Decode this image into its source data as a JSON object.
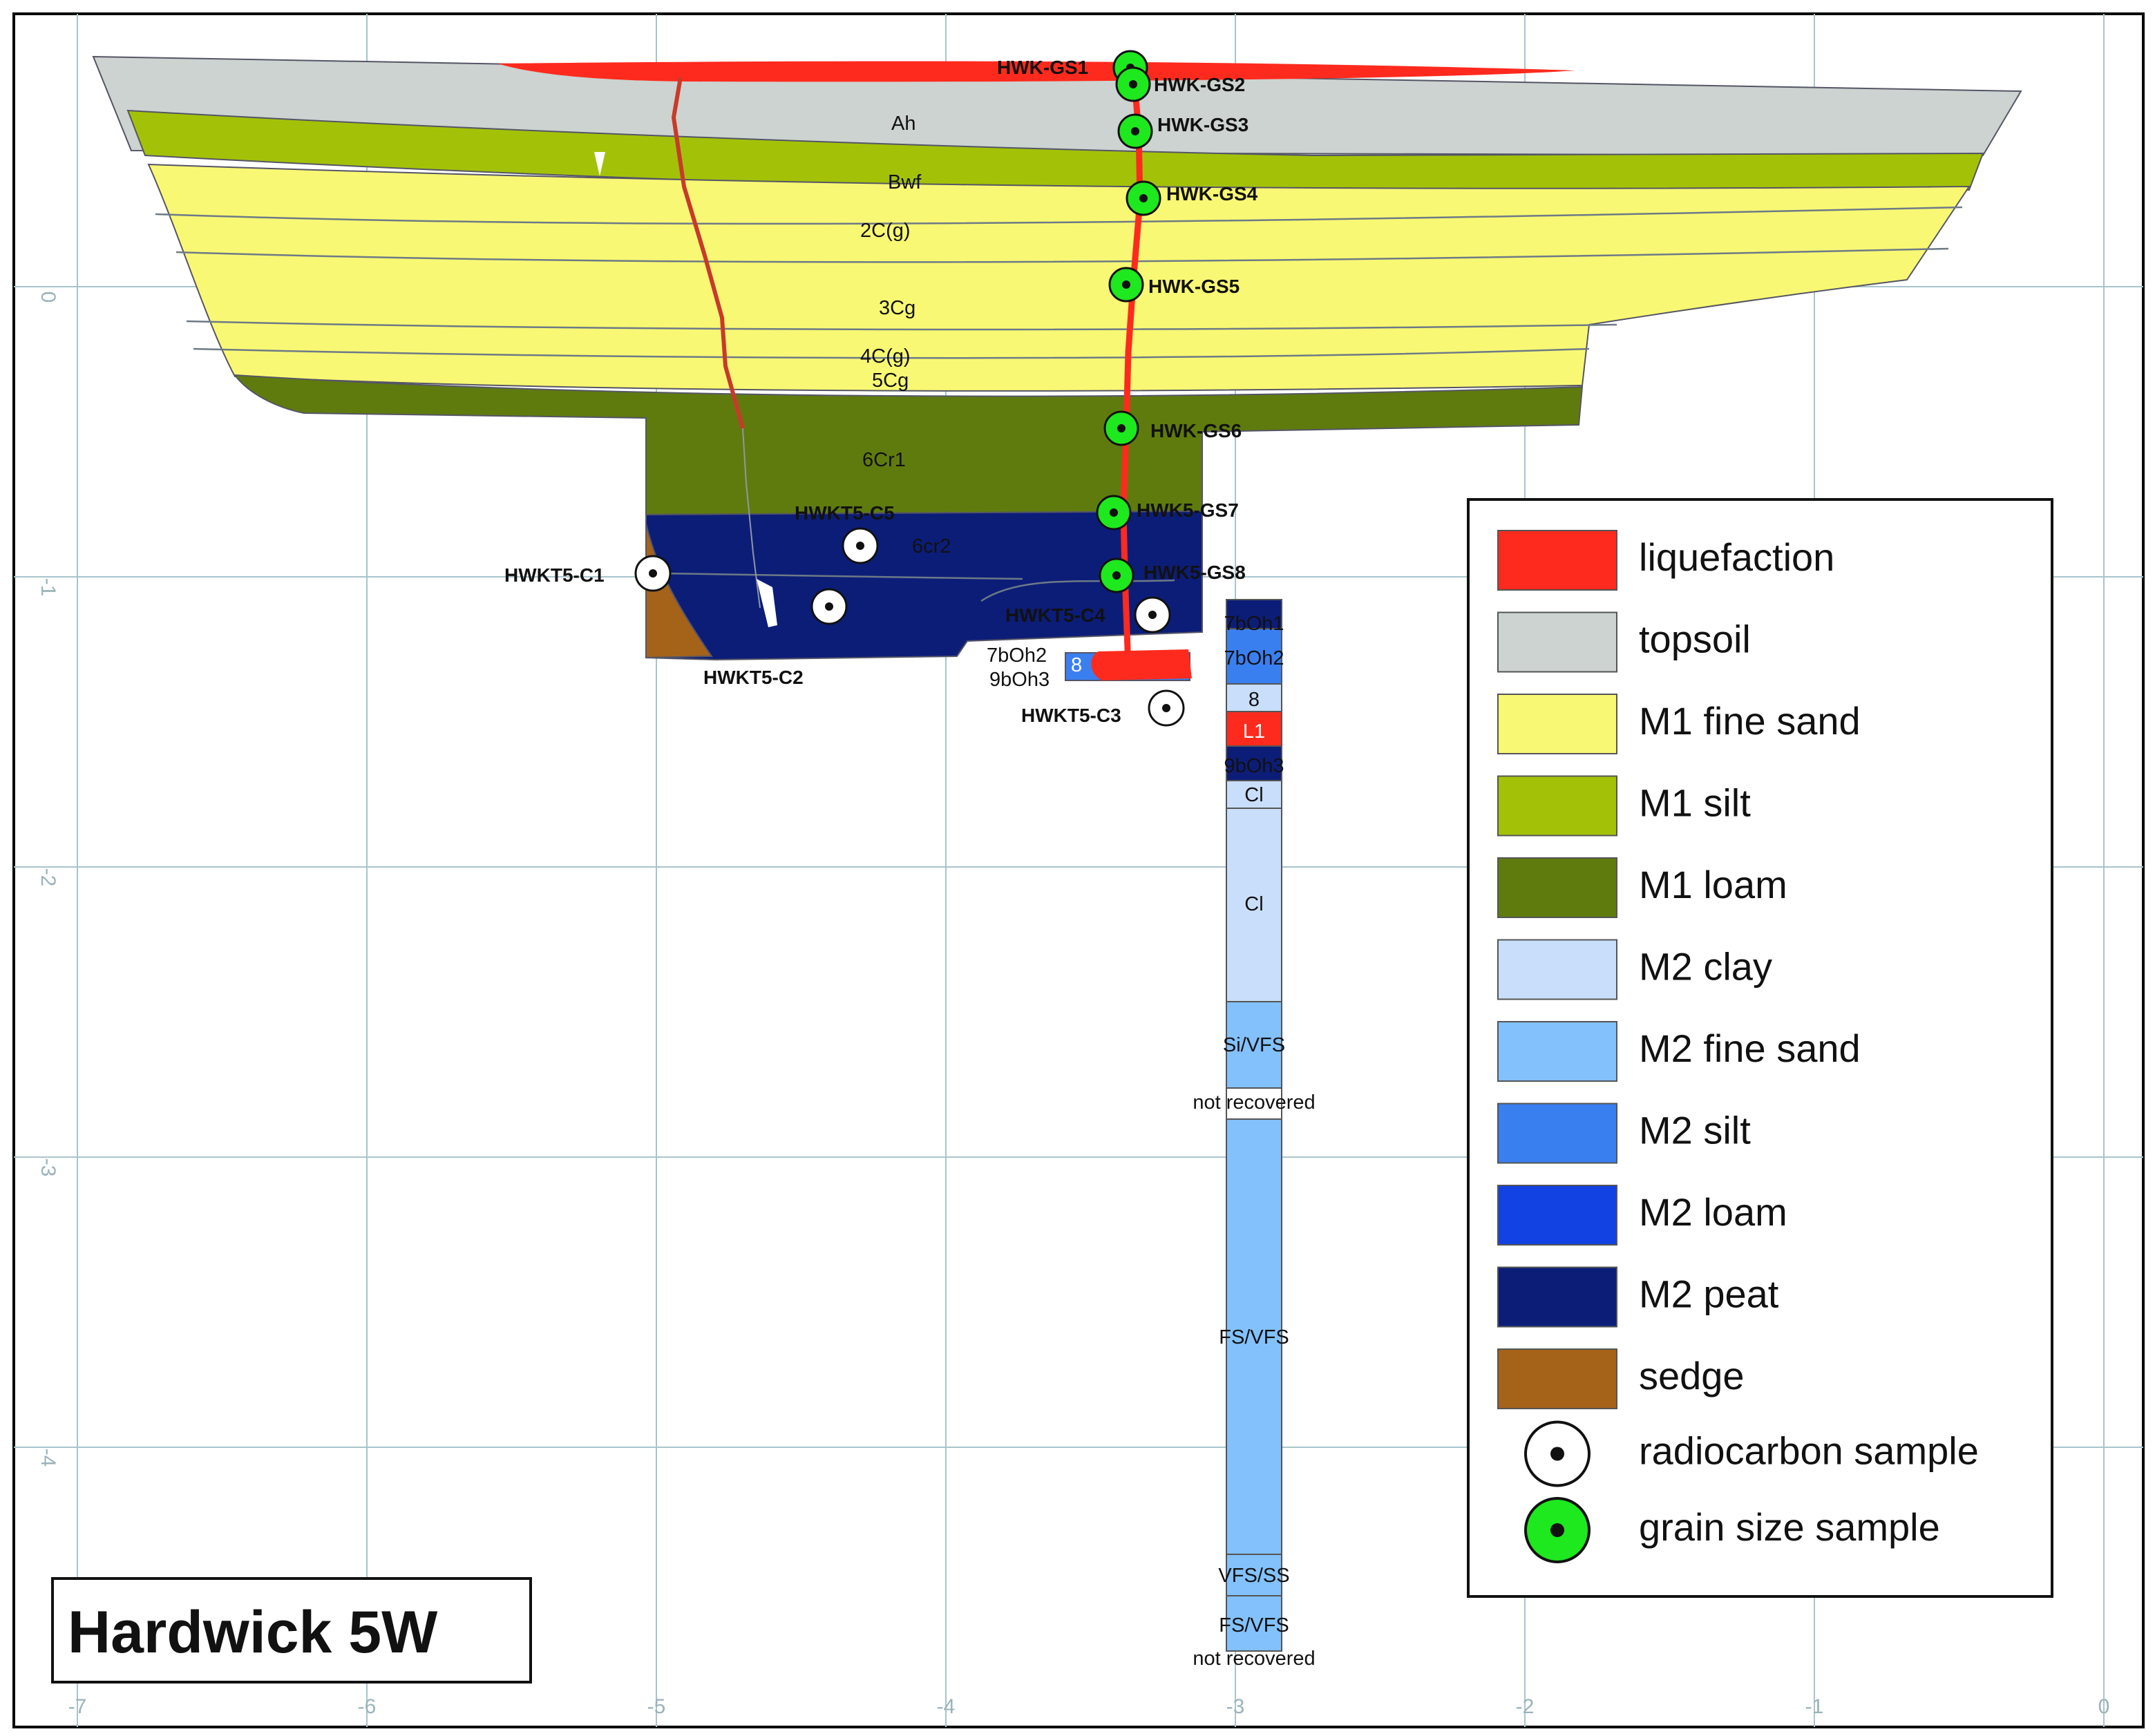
{
  "title": "Hardwick 5W",
  "grid": {
    "x_ticks": [
      "-7",
      "-6",
      "-5",
      "-4",
      "-3",
      "-2",
      "-1",
      "0"
    ],
    "y_ticks": [
      "0",
      "-1",
      "-2",
      "-3",
      "-4"
    ]
  },
  "legend": {
    "items": [
      {
        "label": "liquefaction",
        "color": "#ff2a1e",
        "kind": "swatch"
      },
      {
        "label": "topsoil",
        "color": "#ccd3d0",
        "kind": "swatch"
      },
      {
        "label": "M1 fine sand",
        "color": "#f9f874",
        "kind": "swatch"
      },
      {
        "label": "M1 silt",
        "color": "#a3c207",
        "kind": "swatch"
      },
      {
        "label": "M1 loam",
        "color": "#5f7b0e",
        "kind": "swatch"
      },
      {
        "label": "M2 clay",
        "color": "#c9defa",
        "kind": "swatch"
      },
      {
        "label": "M2 fine sand",
        "color": "#82c1fc",
        "kind": "swatch"
      },
      {
        "label": "M2 silt",
        "color": "#3a7ff0",
        "kind": "swatch"
      },
      {
        "label": "M2 loam",
        "color": "#1242e2",
        "kind": "swatch"
      },
      {
        "label": "M2 peat",
        "color": "#0c1d78",
        "kind": "swatch"
      },
      {
        "label": "sedge",
        "color": "#a5631a",
        "kind": "swatch"
      },
      {
        "label": "radiocarbon sample",
        "color": "#ffffff",
        "kind": "radiocarbon-symbol"
      },
      {
        "label": "grain size sample",
        "color": "#1ee81e",
        "kind": "grain-size-symbol"
      }
    ]
  },
  "unit_labels": [
    "Ah",
    "Bwf",
    "2C(g)",
    "3Cg",
    "4C(g)",
    "5Cg",
    "6Cr1",
    "6cr2",
    "7bOh2",
    "9bOh3",
    "8"
  ],
  "core_labels": [
    "7bOh1",
    "7bOh2",
    "8",
    "L1",
    "9bOh3",
    "Cl",
    "Cl",
    "Si/VFS",
    "not recovered",
    "FS/VFS",
    "VFS/SS",
    "FS/VFS",
    "not recovered"
  ],
  "grain_size_samples": [
    "HWK-GS1",
    "HWK-GS2",
    "HWK-GS3",
    "HWK-GS4",
    "HWK-GS5",
    "HWK-GS6",
    "HWK5-GS7",
    "HWK5-GS8"
  ],
  "radiocarbon_samples": [
    "HWKT5-C1",
    "HWKT5-C2",
    "HWKT5-C3",
    "HWKT5-C4",
    "HWKT5-C5"
  ]
}
